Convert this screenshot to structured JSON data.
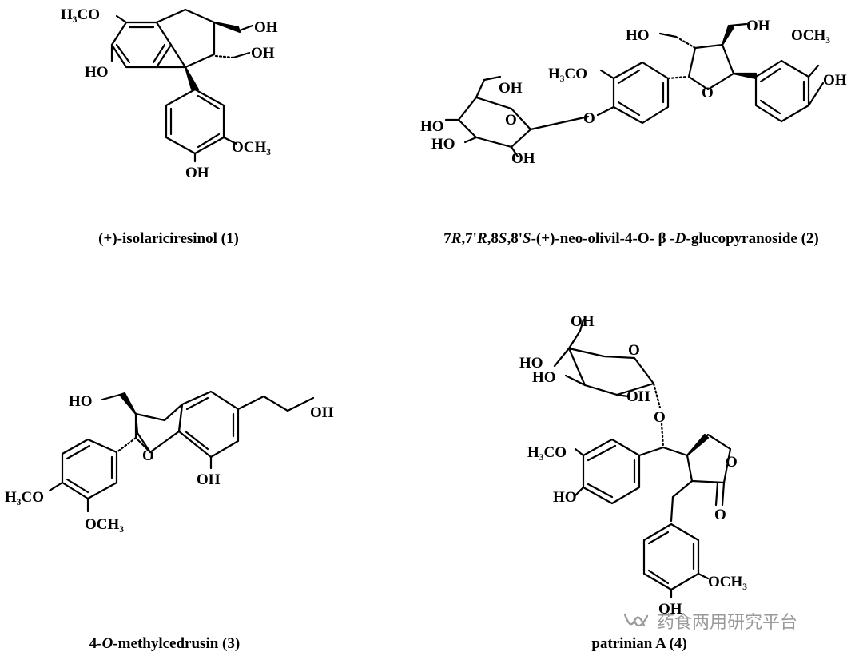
{
  "atoms": {
    "h3co": "H₃CO",
    "och3": "OCH₃",
    "ho": "HO",
    "oh": "OH",
    "o": "O"
  },
  "captions": {
    "c1": "(+)-isolariciresinol (1)",
    "c2_a": "7",
    "c2_b": "R",
    "c2_c": ",7'",
    "c2_d": "R",
    "c2_e": ",8",
    "c2_f": "S",
    "c2_g": ",8'",
    "c2_h": "S",
    "c2_i": "-(+)-neo-olivil-4-O- β -",
    "c2_j": "D",
    "c2_k": "-glucopyranoside (2)",
    "c3_a": "4-",
    "c3_b": "O",
    "c3_c": "-methylcedrusin (3)",
    "c4": "patrinian A (4)"
  },
  "watermark": {
    "text": "药食两用研究平台",
    "icon": "wechat-channel-icon"
  },
  "colors": {
    "ink": "#000000",
    "watermark": "#9a9a9a",
    "background": "#ffffff"
  }
}
